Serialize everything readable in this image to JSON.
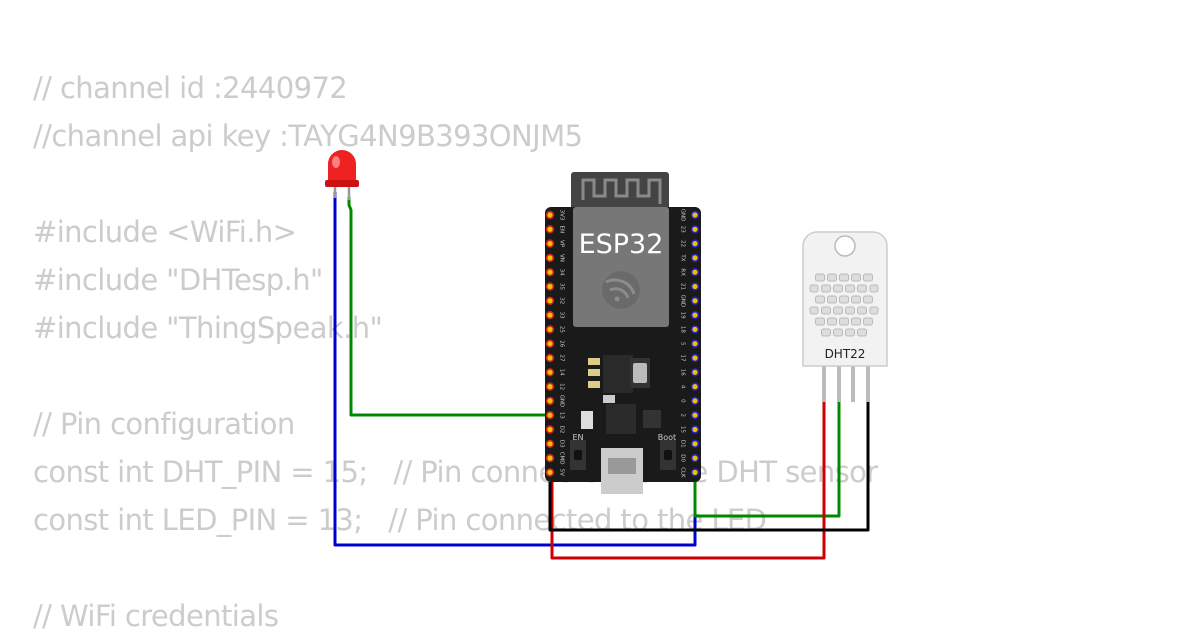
{
  "code_lines": [
    "// channel id :2440972",
    "//channel api key :TAYG4N9B393ONJM5",
    "",
    "#include <WiFi.h>",
    "#include \"DHTesp.h\"",
    "#include \"ThingSpeak.h\"",
    "",
    "// Pin configuration",
    "const int DHT_PIN = 15;   // Pin connected to the DHT sensor",
    "const int LED_PIN = 13;   // Pin connected to the LED",
    "",
    "// WiFi credentials"
  ],
  "board": {
    "label": "ESP32",
    "left_pins": [
      "3V3",
      "EN",
      "VP",
      "VN",
      "34",
      "35",
      "32",
      "33",
      "25",
      "26",
      "27",
      "14",
      "12",
      "GND",
      "13",
      "D2",
      "D3",
      "CMD",
      "5V"
    ],
    "right_pins": [
      "GND",
      "23",
      "22",
      "TX",
      "RX",
      "21",
      "GND",
      "19",
      "18",
      "5",
      "17",
      "16",
      "4",
      "0",
      "2",
      "15",
      "D1",
      "D0",
      "CLK"
    ],
    "en_label": "EN",
    "boot_label": "Boot"
  },
  "sensor": {
    "label": "DHT22"
  },
  "colors": {
    "wire_green": "#008800",
    "wire_blue": "#0000cc",
    "wire_red": "#cc0000",
    "wire_black": "#000000",
    "led": "#ee2222",
    "board": "#1a1a1a",
    "code_text": "#cccccc"
  }
}
